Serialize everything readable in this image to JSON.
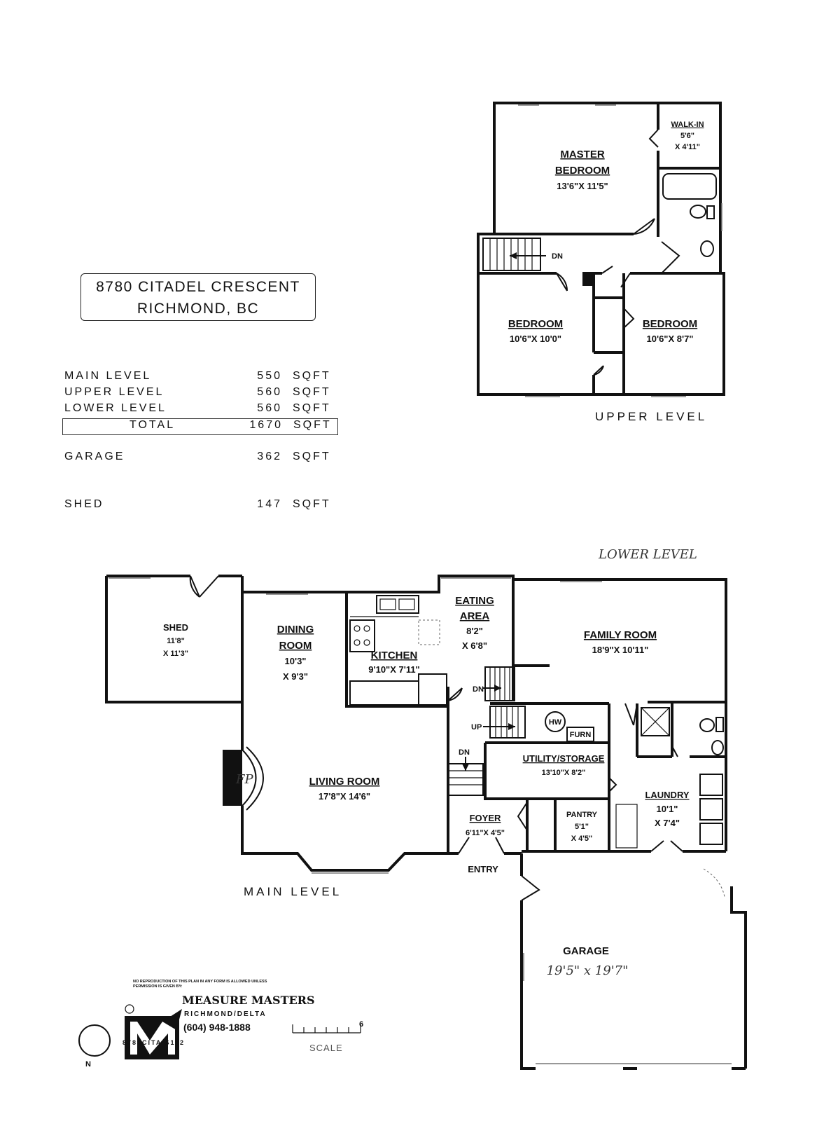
{
  "address": {
    "line1": "8780 CITADEL CRESCENT",
    "line2": "RICHMOND, BC"
  },
  "areas": [
    {
      "name": "MAIN LEVEL",
      "value": "550",
      "unit": "SQFT"
    },
    {
      "name": "UPPER LEVEL",
      "value": "560",
      "unit": "SQFT"
    },
    {
      "name": "LOWER LEVEL",
      "value": "560",
      "unit": "SQFT"
    }
  ],
  "total": {
    "name": "TOTAL",
    "value": "1670",
    "unit": "SQFT"
  },
  "extras": [
    {
      "name": "GARAGE",
      "value": "362",
      "unit": "SQFT"
    },
    {
      "name": "SHED",
      "value": "147",
      "unit": "SQFT"
    }
  ],
  "levels": {
    "upper": "UPPER LEVEL",
    "main": "MAIN LEVEL",
    "lower_handwritten": "LOWER LEVEL"
  },
  "upper_rooms": {
    "master": {
      "name1": "MASTER",
      "name2": "BEDROOM",
      "dims": "13'6\"X 11'5\""
    },
    "walkin": {
      "name": "WALK-IN",
      "dims1": "5'6\"",
      "dims2": "X 4'11\""
    },
    "bed_left": {
      "name": "BEDROOM",
      "dims": "10'6\"X 10'0\""
    },
    "bed_right": {
      "name": "BEDROOM",
      "dims": "10'6\"X 8'7\""
    },
    "stairs_dn": "DN"
  },
  "main_rooms": {
    "shed": {
      "name": "SHED",
      "dims1": "11'8\"",
      "dims2": "X 11'3\""
    },
    "dining": {
      "name1": "DINING",
      "name2": "ROOM",
      "dims1": "10'3\"",
      "dims2": "X 9'3\""
    },
    "kitchen": {
      "name": "KITCHEN",
      "dims": "9'10\"X 7'11\""
    },
    "eating": {
      "name1": "EATING",
      "name2": "AREA",
      "dims1": "8'2\"",
      "dims2": "X 6'8\""
    },
    "family": {
      "name": "FAMILY ROOM",
      "dims": "18'9\"X 10'11\""
    },
    "living": {
      "name": "LIVING ROOM",
      "dims": "17'8\"X 14'6\""
    },
    "fireplace": "FP",
    "utility": {
      "name": "UTILITY/STORAGE",
      "dims": "13'10\"X 8'2\""
    },
    "hw": "HW",
    "furn": "FURN",
    "foyer": {
      "name": "FOYER",
      "dims": "6'11\"X 4'5\""
    },
    "pantry": {
      "name": "PANTRY",
      "dims1": "5'1\"",
      "dims2": "X 4'5\""
    },
    "laundry": {
      "name": "LAUNDRY",
      "dims1": "10'1\"",
      "dims2": "X 7'4\""
    },
    "entry": "ENTRY",
    "garage": {
      "name": "GARAGE",
      "dims_handwritten": "19'5\" x 19'7\""
    },
    "dn1": "DN",
    "up": "UP",
    "dn2": "DN"
  },
  "footer": {
    "copyright": "NO REPRODUCTION OF THIS PLAN IN ANY FORM IS ALLOWED UNLESS PERMISSION IS GIVEN BY:",
    "company": "MEASURE MASTERS",
    "location": "RICHMOND/DELTA",
    "phone": "(604) 948-1888",
    "code": "8780CITA S112",
    "scale_label": "SCALE",
    "scale_max": "6",
    "north": "N"
  }
}
